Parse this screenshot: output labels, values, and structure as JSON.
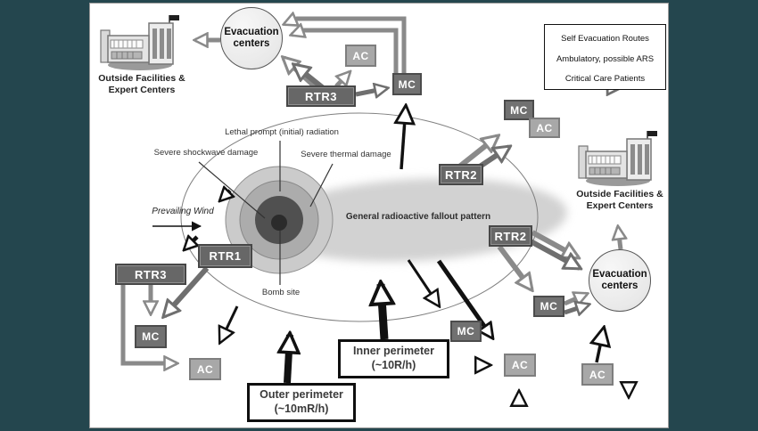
{
  "nodes": {
    "rtr1": "RTR1",
    "rtr2": "RTR2",
    "rtr3": "RTR3",
    "mc": "MC",
    "ac": "AC"
  },
  "sites": {
    "outside_facilities": "Outside Facilities & Expert Centers",
    "evacuation_centers": "Evacuation centers"
  },
  "zones": {
    "lethal": "Lethal prompt (initial) radiation",
    "shockwave": "Severe shockwave damage",
    "thermal": "Severe thermal damage",
    "fallout": "General radioactive fallout pattern",
    "bomb_site": "Bomb site",
    "prevailing_wind": "Prevailing Wind"
  },
  "legend": {
    "items": [
      {
        "label": "Self Evacuation Routes",
        "style": "black-thin-hollow-arrow"
      },
      {
        "label": "Ambulatory, possible ARS",
        "style": "gray-thick-hollow-arrow"
      },
      {
        "label": "Critical Care Patients",
        "style": "darkgray-thick-hollow-arrow"
      }
    ]
  },
  "perimeters": {
    "inner": {
      "title": "Inner perimeter",
      "value": "(~10R/h)"
    },
    "outer": {
      "title": "Outer perimeter",
      "value": "(~10mR/h)"
    }
  },
  "colors": {
    "route_gray": "#8a8a8a",
    "route_dark": "#6f6f6f",
    "node_dark": "#676767",
    "node_light": "#a8a8a8",
    "frame": "#24464e"
  }
}
